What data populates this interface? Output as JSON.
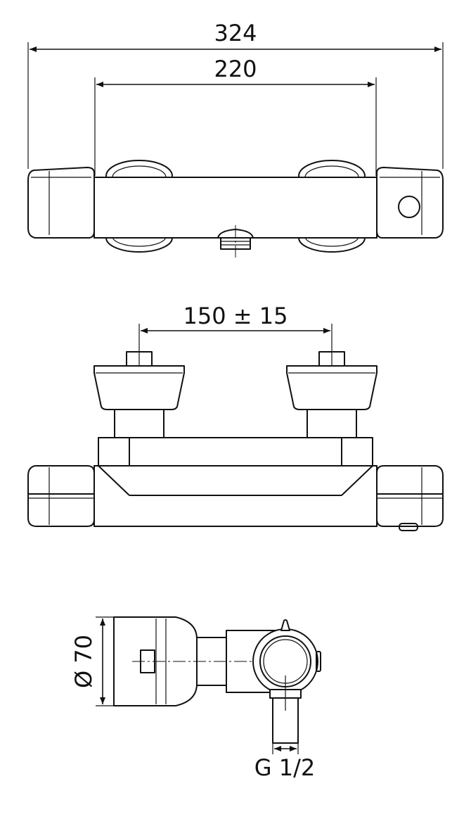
{
  "dimensions": {
    "overall_length": "324",
    "connector_distance": "220",
    "inlet_spacing": "150 ± 15",
    "handle_diameter": "Ø 70",
    "thread_size": "G 1/2"
  }
}
